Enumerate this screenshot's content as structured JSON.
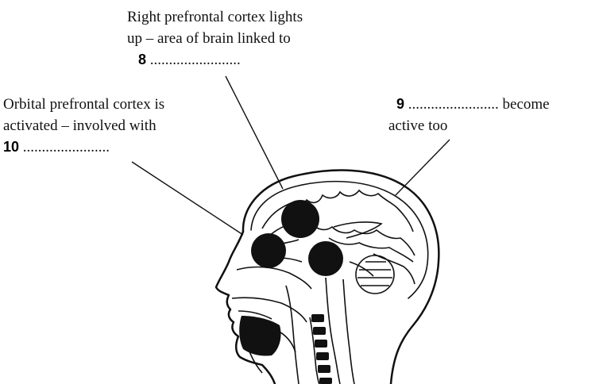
{
  "labels": {
    "right_prefrontal": {
      "line1": "Right prefrontal cortex lights",
      "line2": "up – area of brain linked to",
      "number": "8",
      "blank": "........................"
    },
    "orbital_prefrontal": {
      "line1": "Orbital prefrontal cortex is",
      "line2": "activated – involved with",
      "number": "10",
      "blank": "......................."
    },
    "item9": {
      "number": "9",
      "blank": "........................",
      "tail": "become",
      "line2": "active too"
    }
  },
  "colors": {
    "ink": "#111111",
    "highlight_spot": "#111111",
    "background": "#ffffff"
  }
}
